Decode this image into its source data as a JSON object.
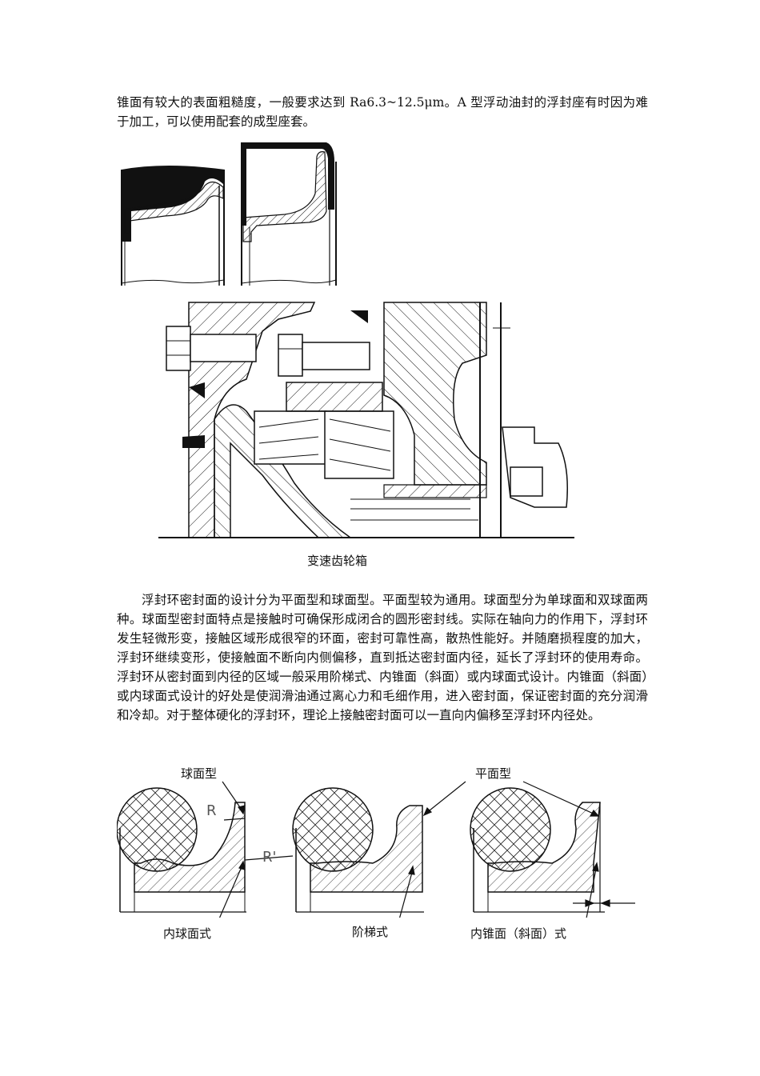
{
  "para1": "锥面有较大的表面粗糙度，一般要求达到 Ra6.3~12.5μm。A 型浮动油封的浮封座有时因为难于加工，可以使用配套的成型座套。",
  "caption_gearbox": "变速齿轮箱",
  "para2": "浮封环密封面的设计分为平面型和球面型。平面型较为通用。球面型分为单球面和双球面两种。球面型密封面特点是接触时可确保形成闭合的圆形密封线。实际在轴向力的作用下，浮封环发生轻微形变，接触区域形成很窄的环面，密封可靠性高，散热性能好。并随磨损程度的加大，浮封环继续变形，使接触面不断向内侧偏移，直到抵达密封面内径，延长了浮封环的使用寿命。浮封环从密封面到内径的区域一般采用阶梯式、内锥面（斜面）或内球面式设计。内锥面（斜面）或内球面式设计的好处是使润滑油通过离心力和毛细作用，进入密封面，保证密封面的充分润滑和冷却。对于整体硬化的浮封环，理论上接触密封面可以一直向内偏移至浮封环内径处。",
  "labels": {
    "spherical": "球面型",
    "flat": "平面型",
    "R": "R",
    "R_prime": "R'",
    "inner_spherical": "内球面式",
    "stepped": "阶梯式",
    "inner_cone": "内锥面（斜面）式"
  }
}
